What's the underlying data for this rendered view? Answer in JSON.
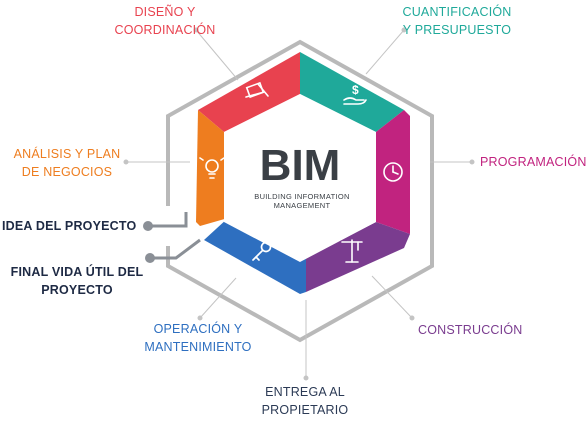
{
  "diagram": {
    "center": {
      "title": "BIM",
      "subtitle_line1": "BUILDING INFORMATION",
      "subtitle_line2": "MANAGEMENT"
    },
    "phases": [
      {
        "id": "diseno",
        "lines": [
          "DISEÑO Y",
          "COORDINACIÓN"
        ],
        "color": "#e8424f",
        "icon": "pen-ruler-icon"
      },
      {
        "id": "cuantificacion",
        "lines": [
          "CUANTIFICACIÓN",
          "Y PRESUPUESTO"
        ],
        "color": "#1fa99a",
        "icon": "hand-dollar-icon"
      },
      {
        "id": "programacion",
        "lines": [
          "PROGRAMACIÓN"
        ],
        "color": "#c1237f",
        "icon": "clock-icon"
      },
      {
        "id": "construccion",
        "lines": [
          "CONSTRUCCIÓN"
        ],
        "color": "#7a3c8f",
        "icon": "crane-icon"
      },
      {
        "id": "entrega",
        "lines": [
          "ENTREGA AL",
          "PROPIETARIO"
        ],
        "color": "#2b3a55",
        "icon": ""
      },
      {
        "id": "operacion",
        "lines": [
          "OPERACIÓN Y",
          "MANTENIMIENTO"
        ],
        "color": "#2e6fc0",
        "icon": "key-icon"
      },
      {
        "id": "analisis",
        "lines": [
          "ANÁLISIS Y PLAN",
          "DE NEGOCIOS"
        ],
        "color": "#ee7d1f",
        "icon": "lightbulb-icon"
      }
    ],
    "start_label": "IDEA DEL PROYECTO",
    "end_label_lines": [
      "FINAL VIDA ÚTIL DEL",
      "PROYECTO"
    ]
  }
}
